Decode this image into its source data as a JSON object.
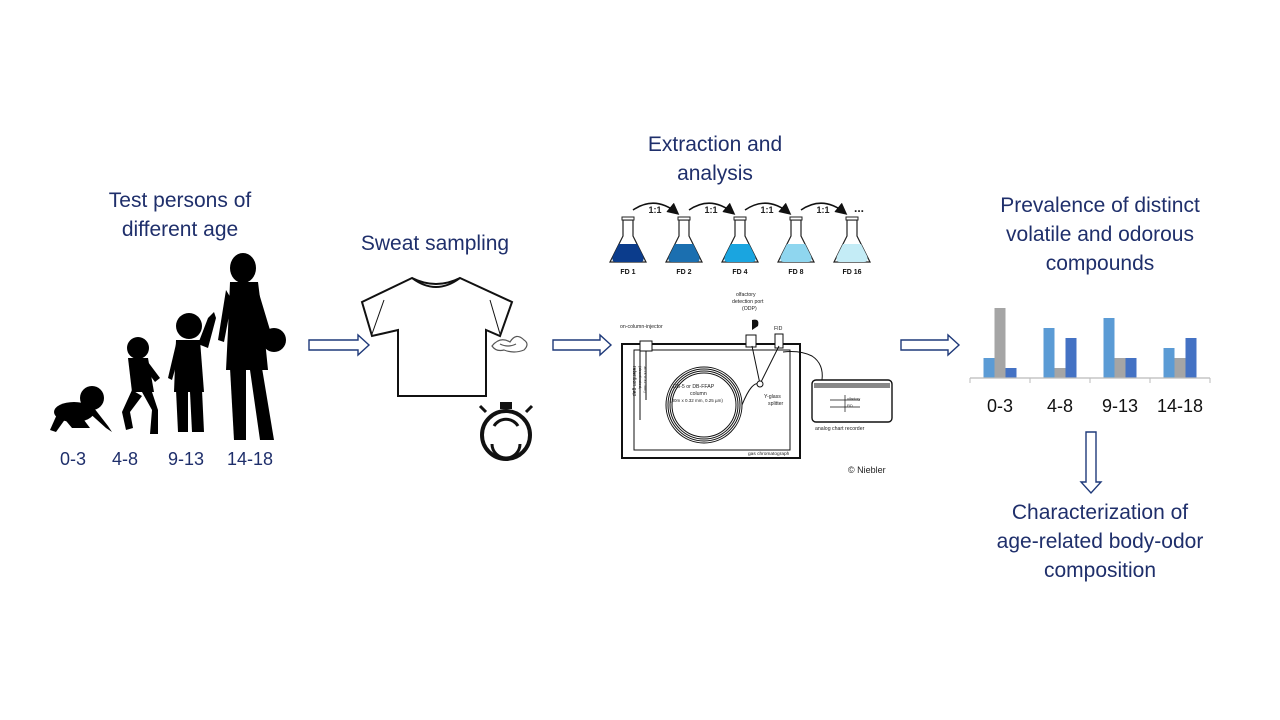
{
  "panels": {
    "persons": {
      "title_line1": "Test persons of",
      "title_line2": "different age",
      "ages": [
        "0-3",
        "4-8",
        "9-13",
        "14-18"
      ]
    },
    "sweat": {
      "title": "Sweat sampling"
    },
    "extraction": {
      "title_line1": "Extraction and",
      "title_line2": "analysis",
      "ratio": "1:1",
      "ellipsis": "...",
      "flasks": [
        "FD 1",
        "FD 2",
        "FD 4",
        "FD 8",
        "FD 16"
      ],
      "flask_colors": [
        "#0b3c8c",
        "#1b6fb0",
        "#1aa5e0",
        "#8fd6ef",
        "#c4ecf6"
      ],
      "gc_labels": {
        "injector": "on-column-injector",
        "olfactory1": "olfactory",
        "olfactory2": "detection port",
        "olfactory3": "(ODP)",
        "fid": "FID",
        "retention1": "retention gap",
        "retention2": "(deactivated,",
        "retention3": "3m x 0.32 mm)",
        "column1": "DB-5 or DB-FFAP",
        "column2": "column",
        "column3": "(30m x 0.32 mm, 0.25 µm)",
        "splitter1": "Y-glass",
        "splitter2": "splitter",
        "gc": "gas chromatograph",
        "recorder": "analog chart recorder",
        "recorder_line1": "olfactory",
        "recorder_line2": "FID",
        "copyright": "© Niebler"
      }
    },
    "prevalence": {
      "title_line1": "Prevalence of distinct",
      "title_line2": "volatile and odorous",
      "title_line3": "compounds"
    },
    "result": {
      "line1": "Characterization of",
      "line2": "age-related body-odor",
      "line3": "composition"
    }
  },
  "chart_data": {
    "type": "bar",
    "categories": [
      "0-3",
      "4-8",
      "9-13",
      "14-18"
    ],
    "series": [
      {
        "values": [
          2,
          5,
          6,
          3
        ],
        "color": "#5b9bd5"
      },
      {
        "values": [
          7,
          1,
          2,
          2
        ],
        "color": "#a5a5a5"
      },
      {
        "values": [
          1,
          4,
          2,
          4
        ],
        "color": "#4472c4"
      }
    ],
    "ylim": [
      0,
      7.3
    ],
    "grid": false
  }
}
